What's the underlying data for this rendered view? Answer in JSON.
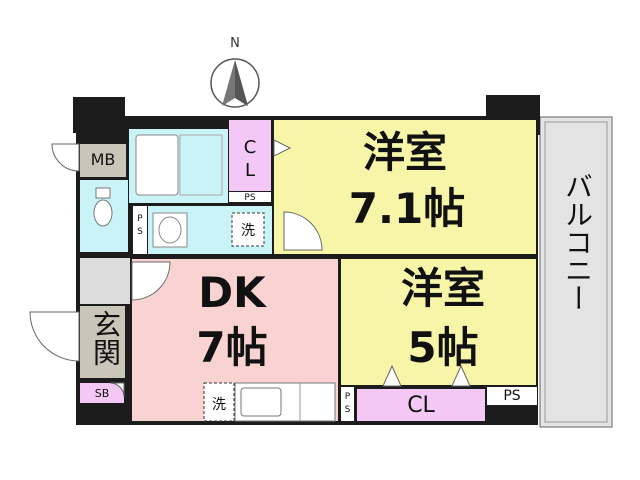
{
  "compass": {
    "north": "N"
  },
  "rooms": {
    "western_1": {
      "name": "洋室",
      "size": "7.1帖"
    },
    "western_2": {
      "name": "洋室",
      "size": "5帖"
    },
    "dk": {
      "name": "DK",
      "size": "7帖"
    },
    "entrance": "玄関",
    "balcony": "バルコニー"
  },
  "storage": {
    "closet_top": [
      "C",
      "L"
    ],
    "closet_bottom": "CL",
    "mb": "MB",
    "sb": "SB",
    "ps_small_top": "PS",
    "ps_bath": [
      "P",
      "S"
    ],
    "ps_dk": [
      "P",
      "S"
    ],
    "ps_right": "PS"
  },
  "fixtures": {
    "washer_bath": "洗",
    "washer_dk": "洗"
  },
  "colors": {
    "western": "#f7f6a8",
    "dk": "#f9d2d2",
    "wet": "#c9f3f7",
    "closet": "#f4c8f4",
    "hall": "#dcdcdc",
    "balcony": "#e4e4e4",
    "entry": "#c9c6b9",
    "wall": "#1c1c1c"
  }
}
